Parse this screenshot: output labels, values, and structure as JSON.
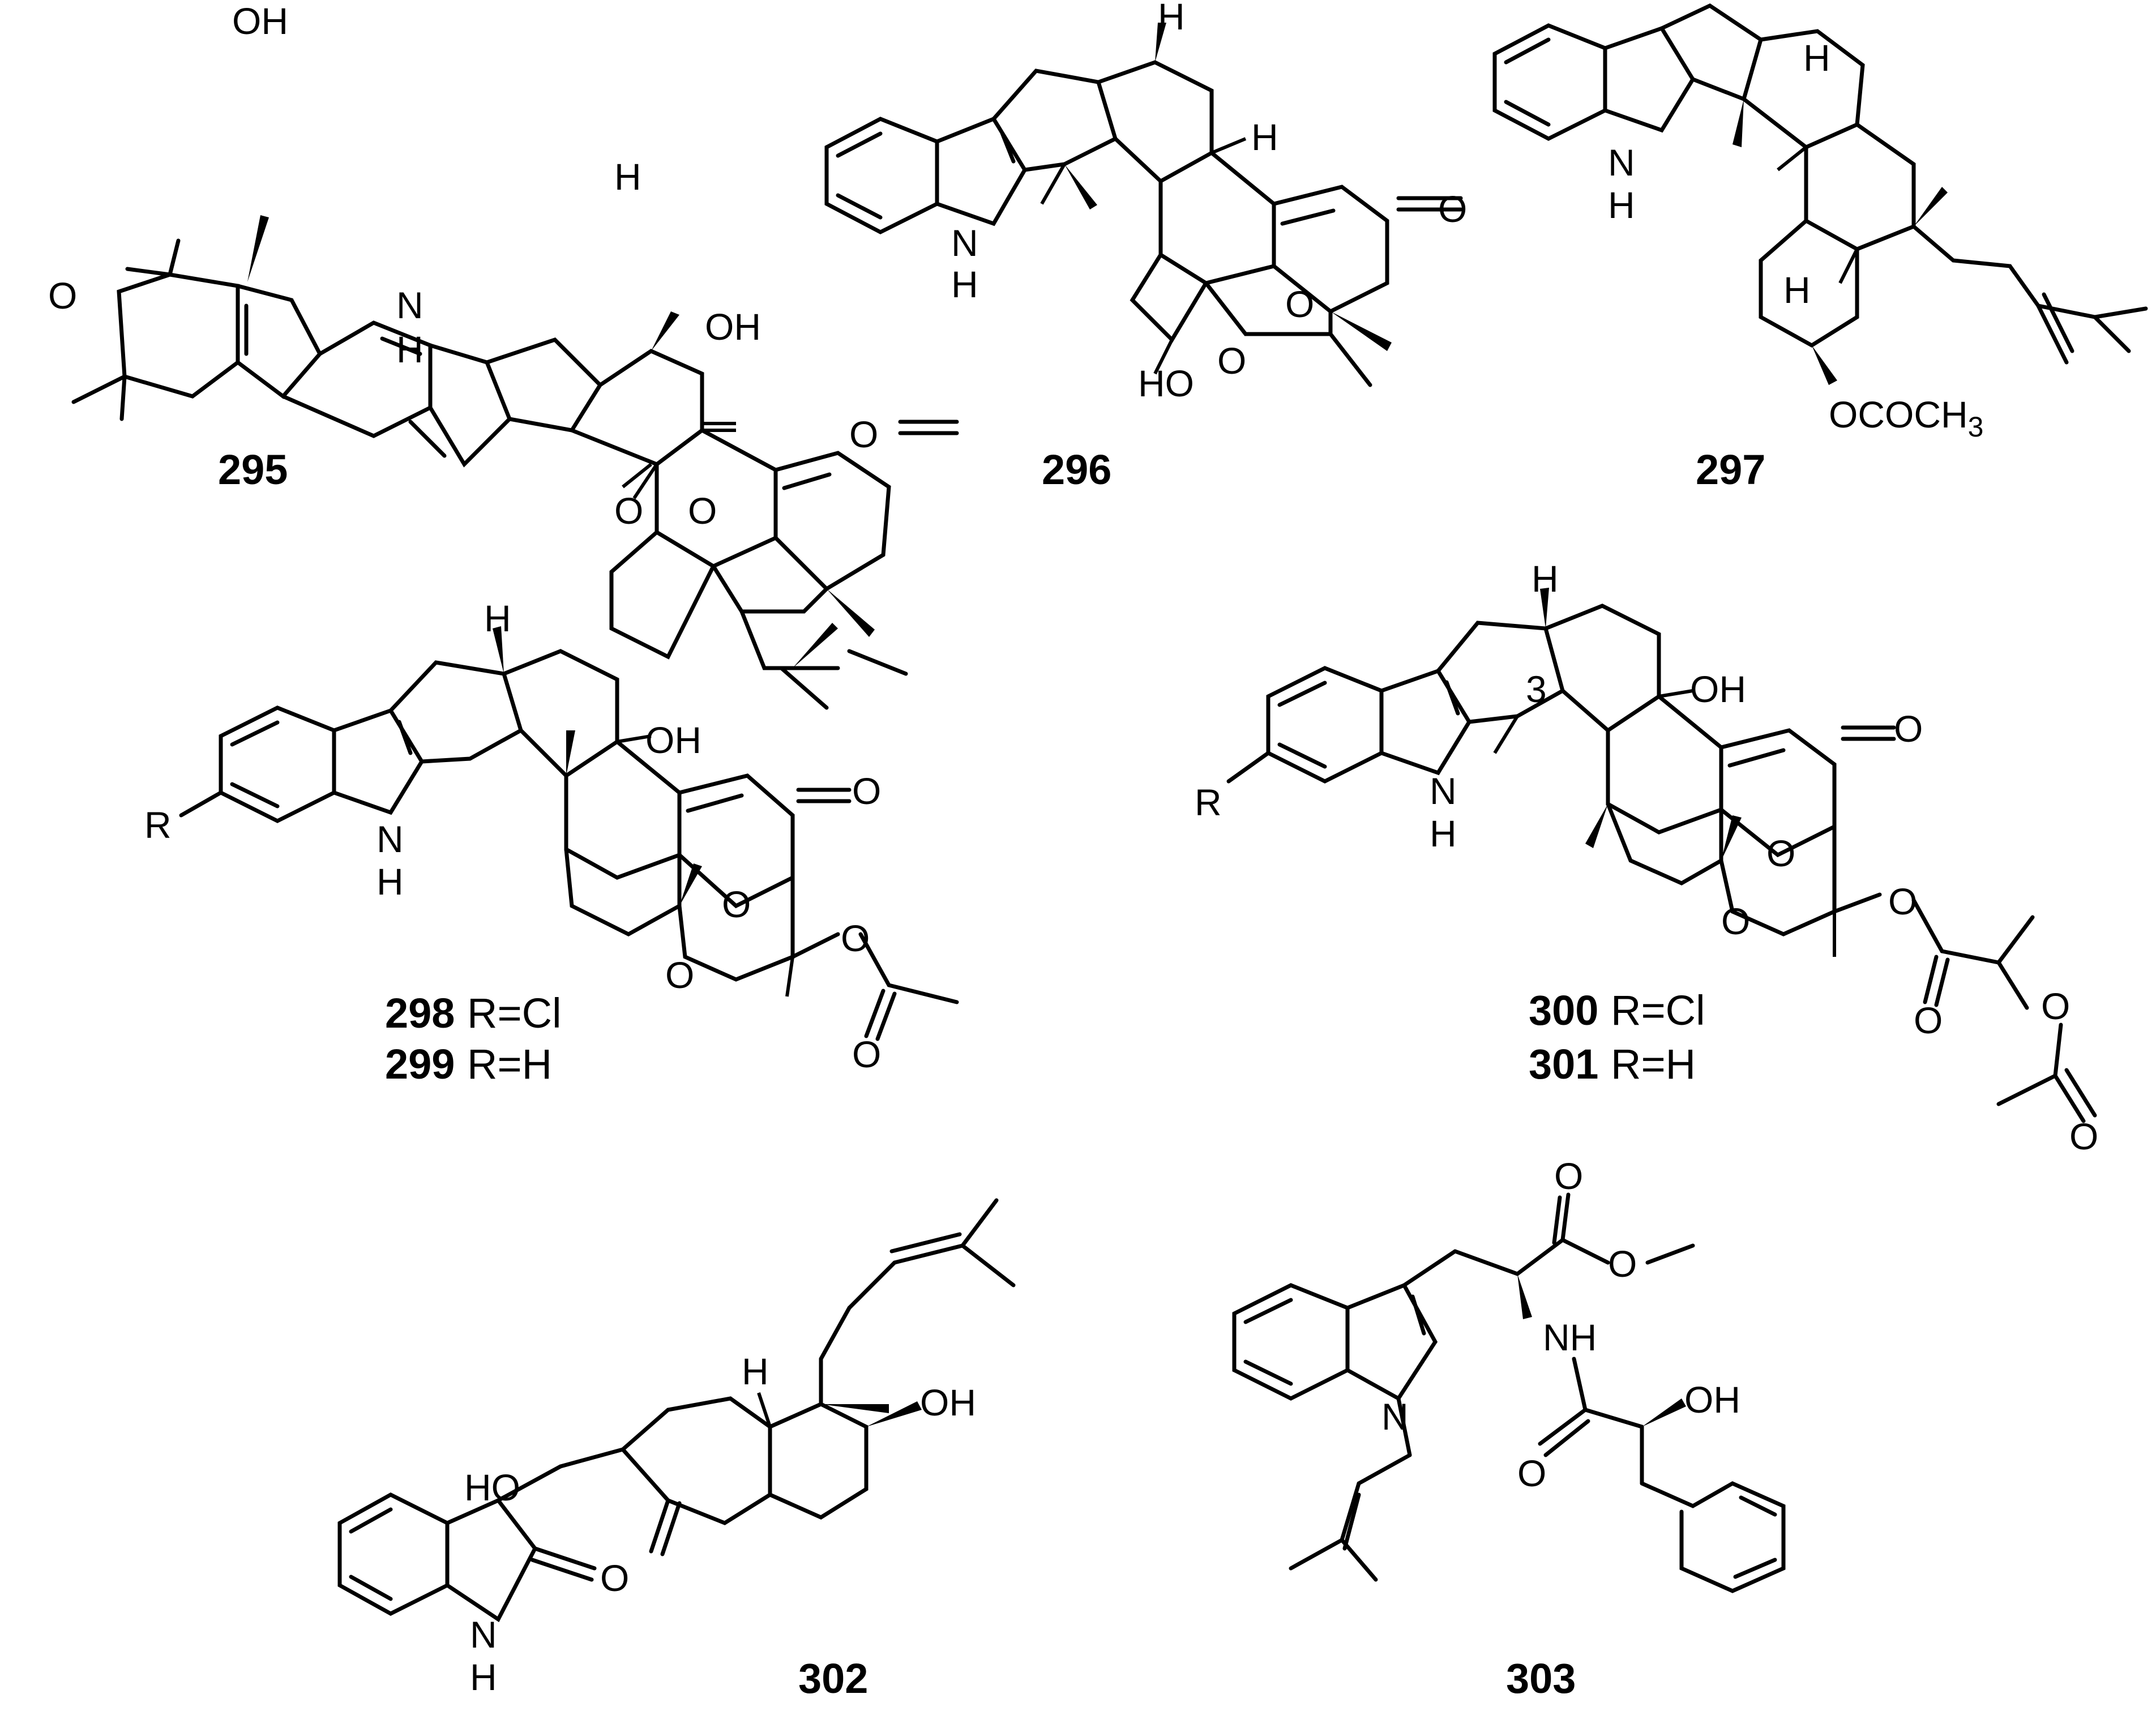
{
  "figure": {
    "compounds": [
      {
        "id": "c295",
        "number": "295",
        "variant": ""
      },
      {
        "id": "c296",
        "number": "296",
        "variant": ""
      },
      {
        "id": "c297",
        "number": "297",
        "variant": ""
      },
      {
        "id": "c298",
        "number": "298",
        "variant": "R=Cl"
      },
      {
        "id": "c299",
        "number": "299",
        "variant": "R=H"
      },
      {
        "id": "c300",
        "number": "300",
        "variant": "R=Cl"
      },
      {
        "id": "c301",
        "number": "301",
        "variant": "R=H"
      },
      {
        "id": "c302",
        "number": "302",
        "variant": ""
      },
      {
        "id": "c303",
        "number": "303",
        "variant": ""
      }
    ]
  },
  "atoms": {
    "oh": "OH",
    "ho": "HO",
    "o": "O",
    "h": "H",
    "n": "N",
    "nh": "NH",
    "r": "R",
    "acetate": "OCOCH",
    "sub3": "3",
    "locant3": "3"
  }
}
